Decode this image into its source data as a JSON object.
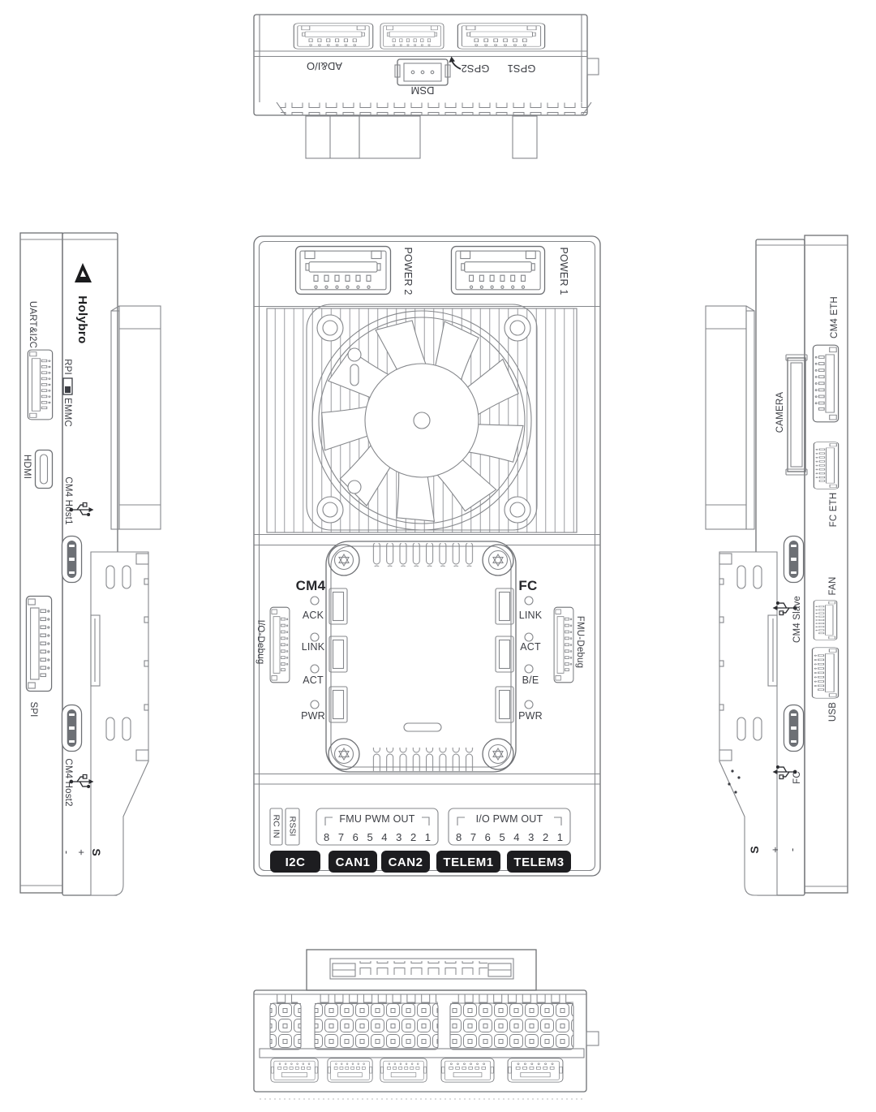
{
  "colors": {
    "line": "#85878b",
    "line_dark": "#6e7074",
    "text": "#3c3e44",
    "badge_bg": "#1d1d20",
    "badge_text": "#ffffff",
    "logo": "#1a1b1d"
  },
  "top_view": {
    "adio": "AD&I/O",
    "dsm": "DSM",
    "gps2": "GPS2",
    "gps1": "GPS1"
  },
  "left_view": {
    "brand": "Holybro",
    "uart_i2c": "UART&I2C",
    "rpi": "RPI",
    "emmc": "EMMC",
    "hdmi": "HDMI",
    "cm4_host1": "CM4 Host1",
    "spi": "SPI",
    "cm4_host2": "CM4 Host2",
    "minus": "-",
    "plus": "+",
    "s": "S"
  },
  "center_view": {
    "power2": "POWER 2",
    "power1": "POWER 1",
    "io_debug": "I/O-Debug",
    "fmu_debug": "FMU-Debug",
    "cm4_title": "CM4",
    "cm4_leds": [
      "ACK",
      "LINK",
      "ACT",
      "PWR"
    ],
    "fc_title": "FC",
    "fc_leds": [
      "LINK",
      "ACT",
      "B/E",
      "PWR"
    ],
    "rc_in": "RC IN",
    "rssi": "RSSI",
    "fmu_pwm_title": "FMU PWM OUT",
    "fmu_pwm_channels": "8 7 6 5 4 3 2 1",
    "io_pwm_title": "I/O PWM OUT",
    "io_pwm_channels": "8 7 6 5 4 3 2 1",
    "badges": [
      "I2C",
      "CAN1",
      "CAN2",
      "TELEM1",
      "TELEM3"
    ]
  },
  "right_view": {
    "cm4_eth": "CM4 ETH",
    "camera": "CAMERA",
    "fc_eth": "FC ETH",
    "cm4_slave": "CM4 Slave",
    "fan": "FAN",
    "usb": "USB",
    "fc": "FC",
    "s": "S",
    "plus": "+",
    "minus": "-"
  }
}
